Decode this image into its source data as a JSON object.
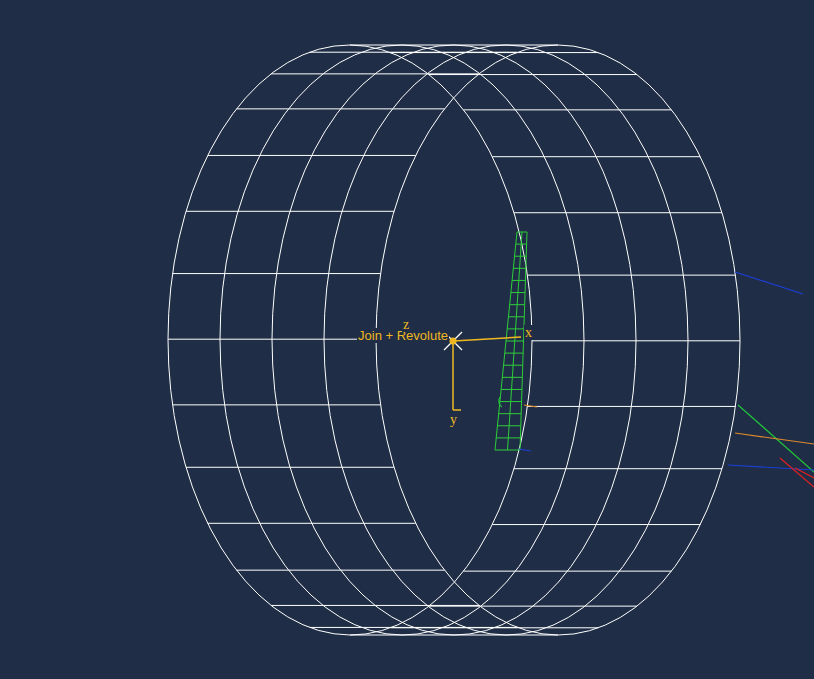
{
  "diagram": {
    "labels": [
      "Join + Revolute",
      "z",
      "x",
      "y"
    ]
  }
}
